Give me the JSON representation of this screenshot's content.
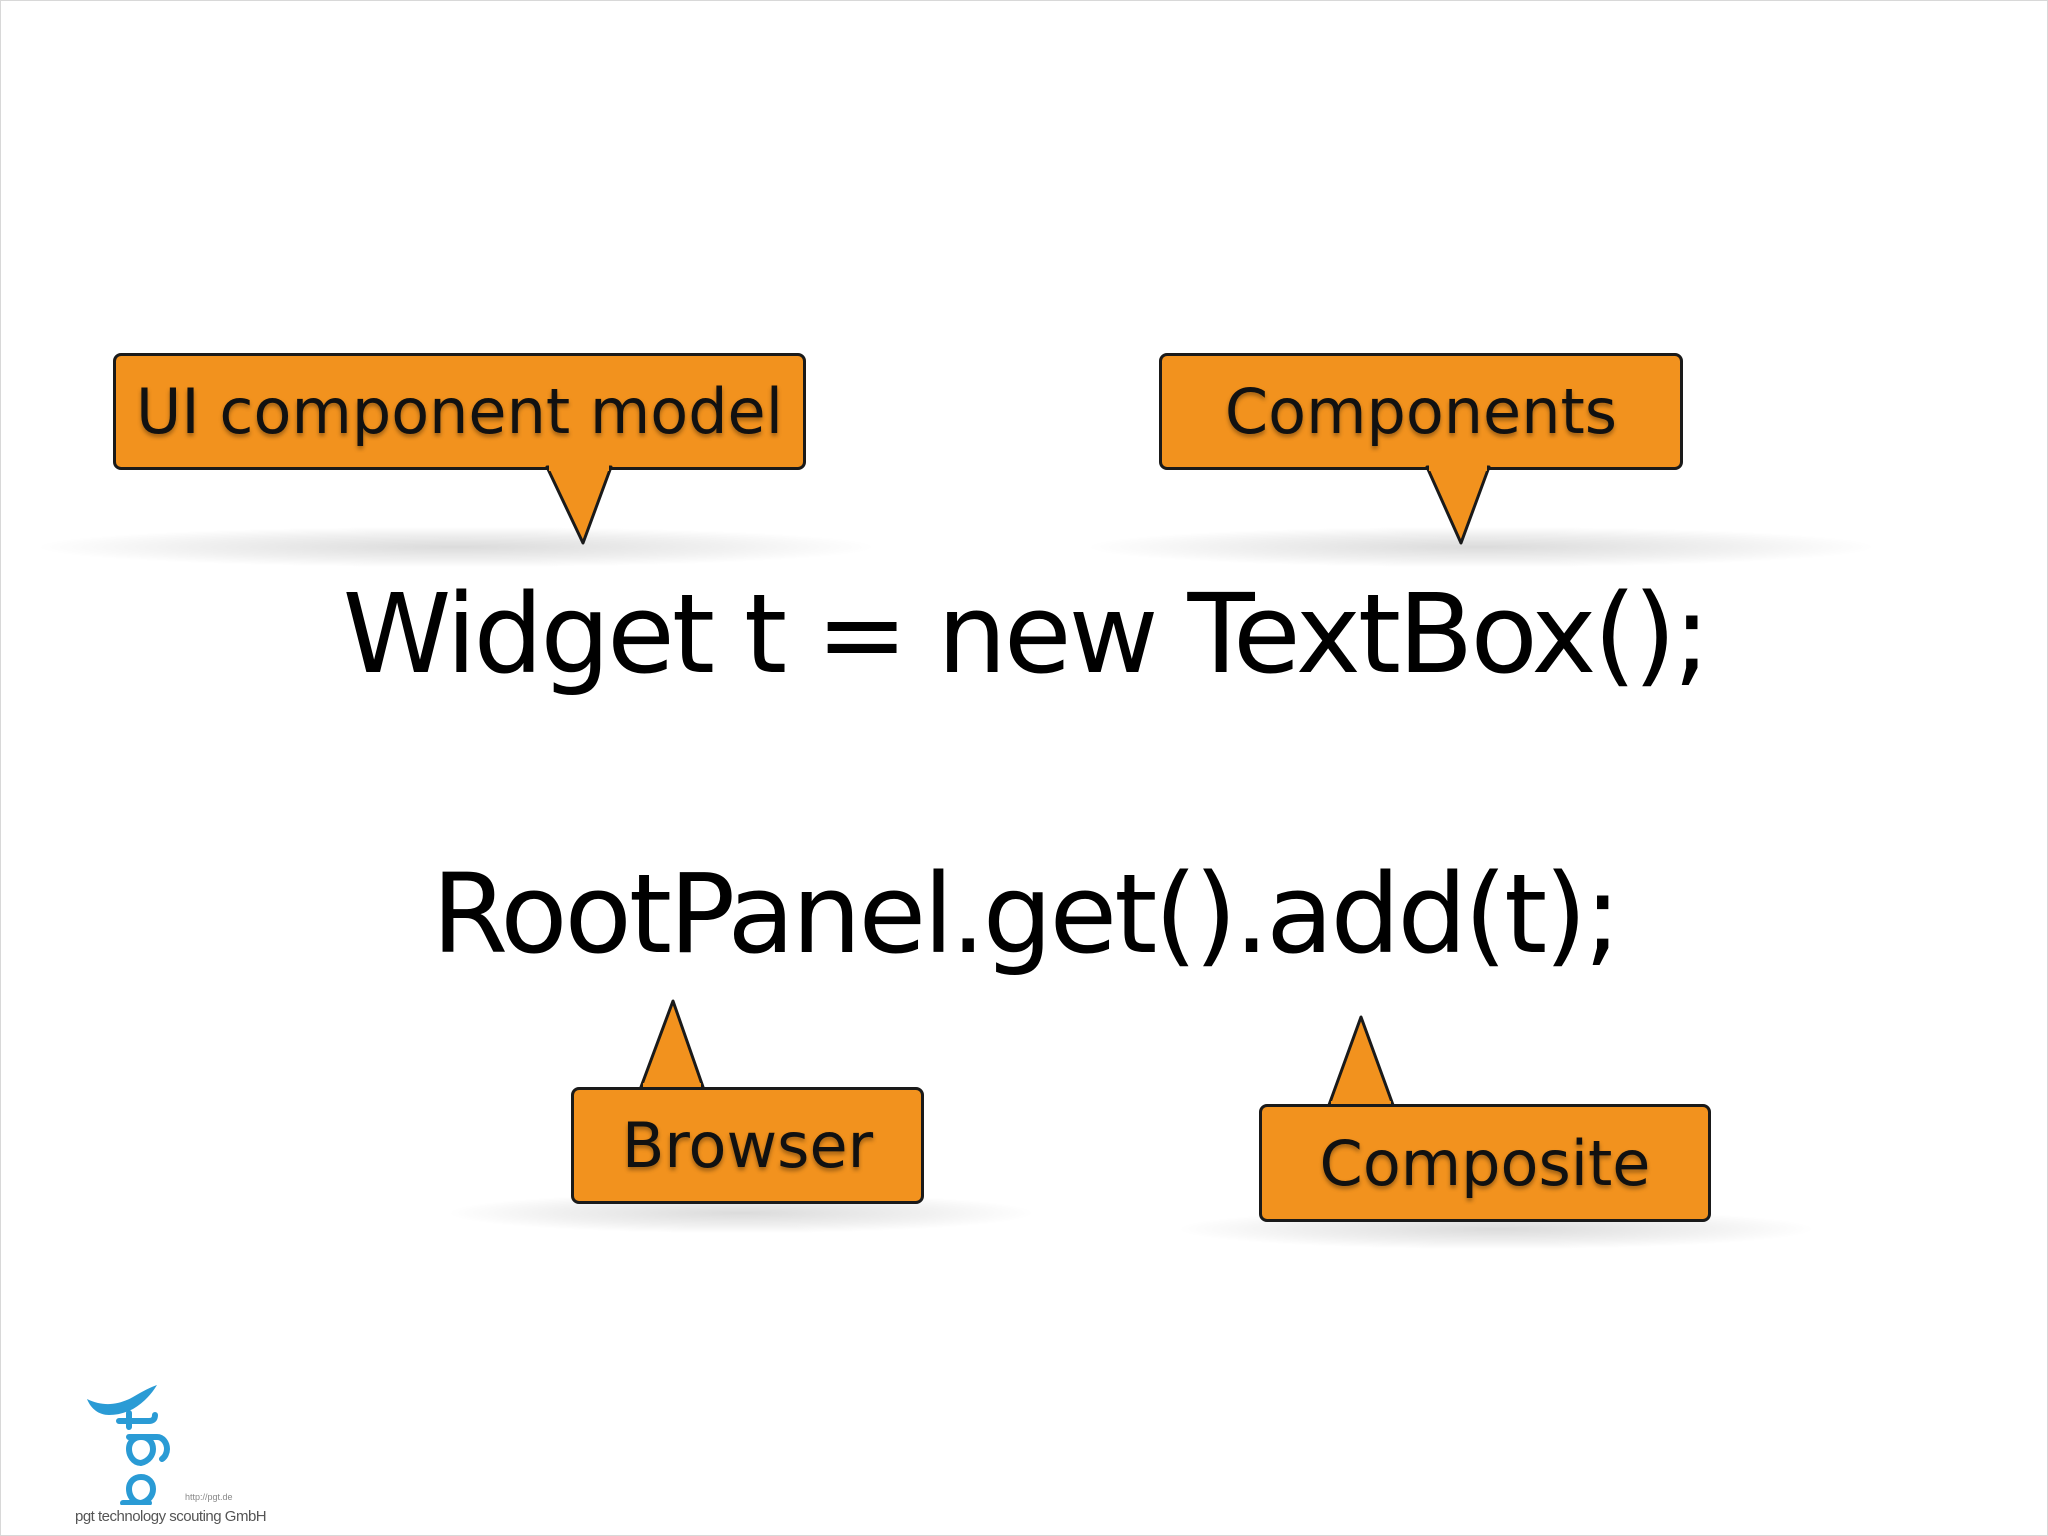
{
  "code": {
    "line1": "Widget t = new TextBox();",
    "line2": "RootPanel.get().add(t);"
  },
  "callouts": {
    "ui_component_model": "UI component model",
    "components": "Components",
    "browser": "Browser",
    "composite": "Composite"
  },
  "logo": {
    "mark": "pgt",
    "url": "http://pgt.de",
    "tagline": "pgt technology scouting GmbH"
  },
  "colors": {
    "callout_fill": "#f2921e",
    "callout_border": "#1a1a1a",
    "logo_blue": "#2a9bd5"
  }
}
